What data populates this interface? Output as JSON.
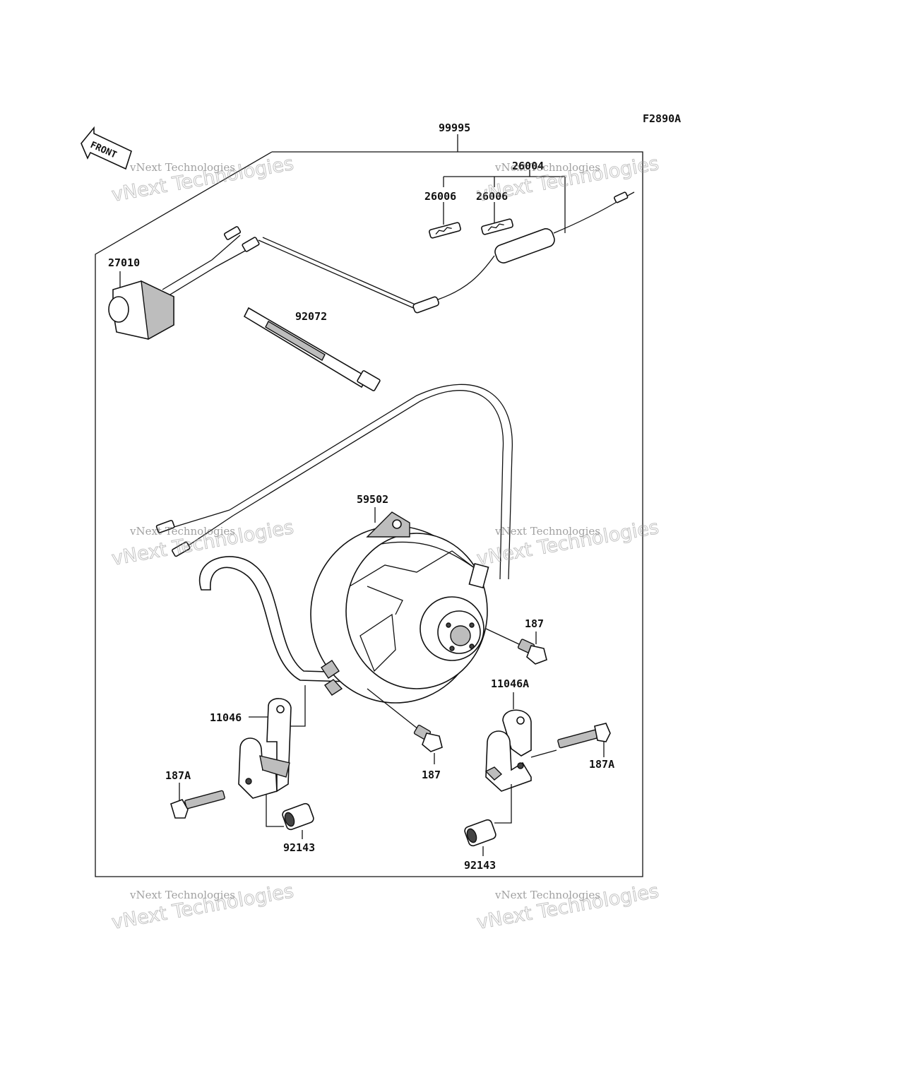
{
  "figure_code": "F2890A",
  "front_label": "FRONT",
  "watermark": {
    "line1": "vNext Technologies",
    "line2": "vNext Technologies"
  },
  "callouts": {
    "kit": "99995",
    "wire_harness": "26004",
    "fuse_a": "26006",
    "fuse_b": "26006",
    "switch": "27010",
    "band": "92072",
    "fan": "59502",
    "bolt_top": "187",
    "bracket_left": "11046",
    "bracket_right": "11046A",
    "bolt_mid": "187",
    "long_bolt_left": "187A",
    "long_bolt_right": "187A",
    "collar_left": "92143",
    "collar_right": "92143"
  }
}
